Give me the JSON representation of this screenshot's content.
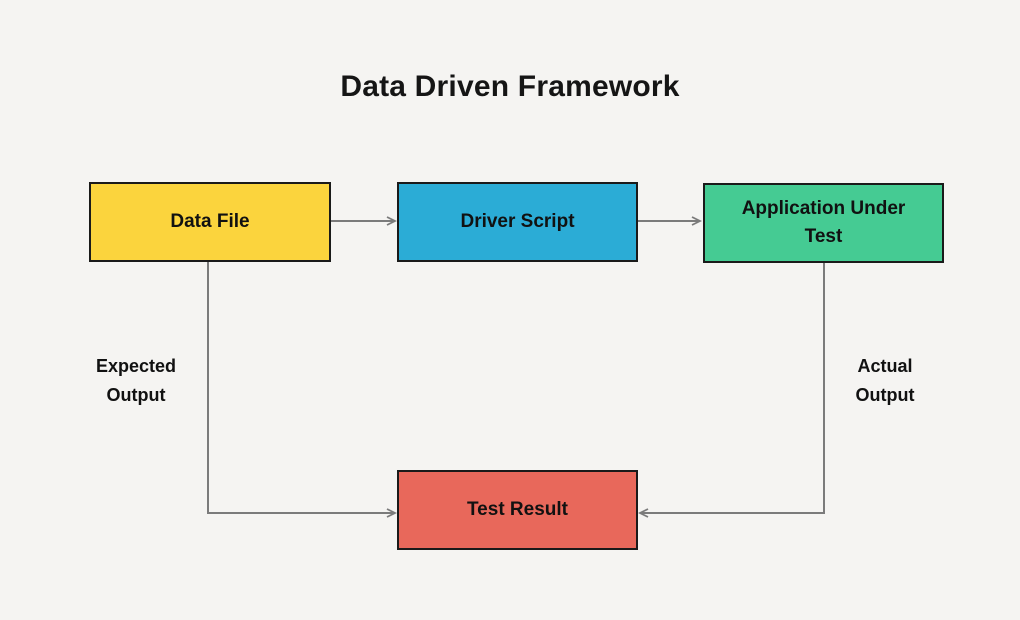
{
  "title": "Data Driven Framework",
  "colors": {
    "background": "#F5F4F2",
    "node_border": "#1A1A1A",
    "connector": "#7B7B7B",
    "text": "#111111",
    "data_file_fill": "#FBD43D",
    "driver_script_fill": "#2BACD6",
    "application_under_test_fill": "#45CB93",
    "test_result_fill": "#E8685B"
  },
  "nodes": [
    {
      "id": "data-file",
      "label": "Data File",
      "fill": "#FBD43D"
    },
    {
      "id": "driver-script",
      "label": "Driver Script",
      "fill": "#2BACD6"
    },
    {
      "id": "application-under-test",
      "label": "Application Under Test",
      "fill": "#45CB93"
    },
    {
      "id": "test-result",
      "label": "Test Result",
      "fill": "#E8685B"
    }
  ],
  "edges": [
    {
      "from": "data-file",
      "to": "driver-script",
      "label": ""
    },
    {
      "from": "driver-script",
      "to": "application-under-test",
      "label": ""
    },
    {
      "from": "data-file",
      "to": "test-result",
      "label": "Expected Output"
    },
    {
      "from": "application-under-test",
      "to": "test-result",
      "label": "Actual Output"
    }
  ]
}
